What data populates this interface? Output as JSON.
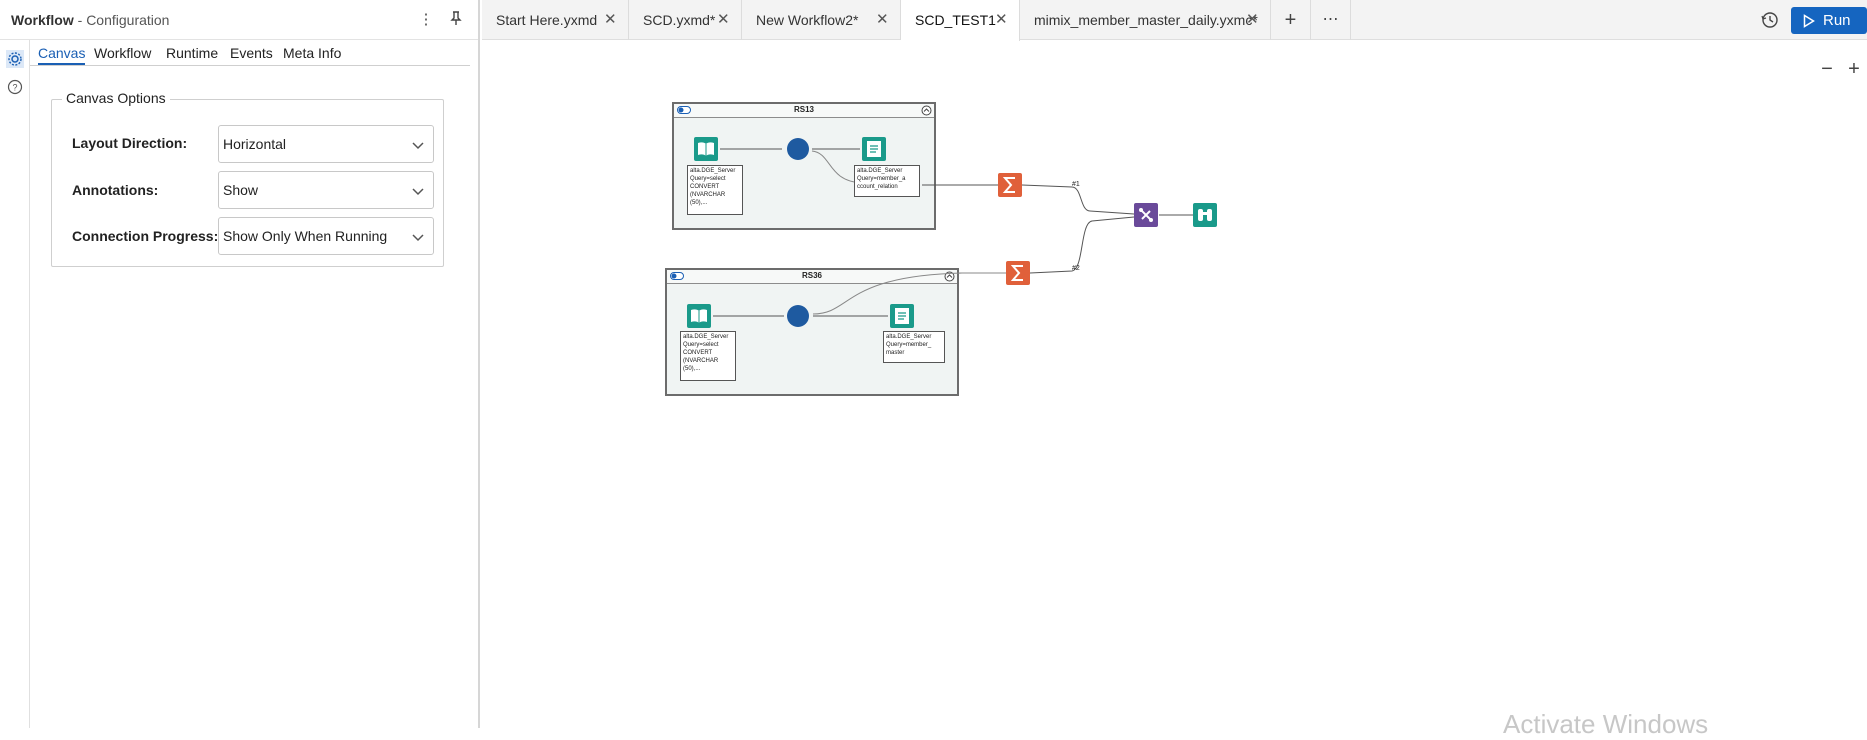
{
  "config_panel": {
    "title": "Workflow",
    "subtitle": " - Configuration",
    "tabs": [
      {
        "label": "Canvas"
      },
      {
        "label": "Workflow"
      },
      {
        "label": "Runtime"
      },
      {
        "label": "Events"
      },
      {
        "label": "Meta Info"
      }
    ],
    "canvas_options": {
      "legend": "Canvas Options",
      "fields": [
        {
          "label": "Layout Direction:",
          "value": "Horizontal"
        },
        {
          "label": "Annotations:",
          "value": "Show"
        },
        {
          "label": "Connection Progress:",
          "value": "Show Only When Running"
        }
      ]
    }
  },
  "tabs": [
    {
      "label": "Start Here.yxmd"
    },
    {
      "label": "SCD.yxmd*"
    },
    {
      "label": "New Workflow2*"
    },
    {
      "label": "SCD_TEST1"
    },
    {
      "label": "mimix_member_master_daily.yxmc*"
    }
  ],
  "toolbar": {
    "run_label": "Run"
  },
  "canvas": {
    "containers": [
      {
        "title": "RS13"
      },
      {
        "title": "RS36"
      }
    ],
    "annotations": {
      "c1_input": "alta.DGE_Server\nQuery=select\nCONVERT\n(NVARCHAR\n(50),...",
      "c1_output": "alta.DGE_Server\nQuery=member_a\nccount_relation",
      "c2_input": "alta.DGE_Server\nQuery=select\nCONVERT\n(NVARCHAR\n(50),...",
      "c2_output": "alta.DGE_Server\nQuery=member_\nmaster"
    },
    "anchor_labels": {
      "one": "#1",
      "two": "#2"
    },
    "watermark": "Activate Windows"
  },
  "colors": {
    "accent": "#1565c0",
    "teal_tool": "#1a9a8a",
    "formula_circle": "#1e5aa0",
    "summarize_tool": "#e0603a",
    "union_tool": "#6a4a9a",
    "browse_tool": "#1a9a8a"
  }
}
